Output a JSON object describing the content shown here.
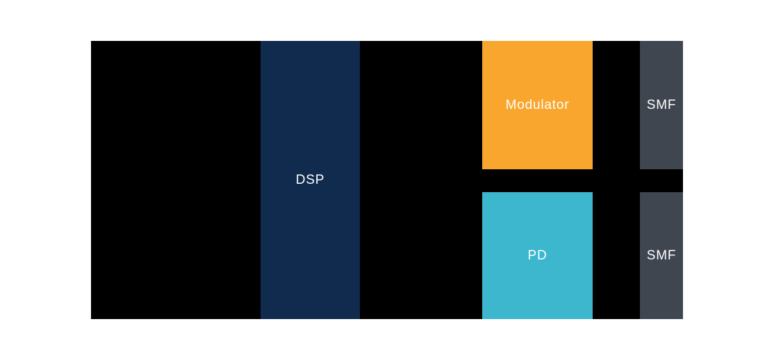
{
  "colors": {
    "page_background": "#ffffff",
    "panel_background": "#000000",
    "dsp": "#112b4e",
    "modulator": "#f9a62e",
    "pd": "#3cb7ce",
    "smf": "#3f4650",
    "label_text": "#ffffff"
  },
  "blocks": {
    "dsp": {
      "label": "DSP"
    },
    "modulator": {
      "label": "Modulator"
    },
    "pd": {
      "label": "PD"
    },
    "smf_top": {
      "label": "SMF"
    },
    "smf_bottom": {
      "label": "SMF"
    }
  }
}
